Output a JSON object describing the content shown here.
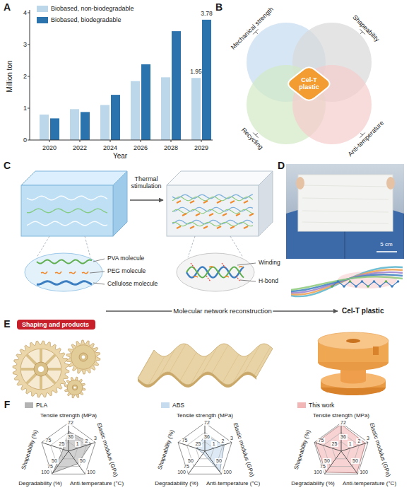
{
  "diagram": {
    "nodes": [
      {
        "text": [
          "Cel-T plastic"
        ]
      },
      {
        "text": [
          "Shaping and products"
        ]
      }
    ],
    "labels": [
      "A",
      "Million ton",
      "0",
      "1",
      "2",
      "3",
      "4",
      "2020",
      "2022",
      "2024",
      "2026",
      "2028",
      "2029",
      "Year",
      "1.95",
      "3.78",
      "B",
      "Mechanical strength",
      "Shapeability",
      "Recycling",
      "Anti-temperature",
      "C",
      "Thermal stimulation",
      "PVA molecule",
      "PEG molecule",
      "Cellulose molecule",
      "Winding",
      "H-bond",
      "Molecular network reconstruction",
      "Cel-T plastic",
      "D",
      "5 cm",
      "E",
      "F",
      "Tensile strength (MPa)",
      "36",
      "72",
      "Elastic modulus (GPa)",
      "1",
      "2",
      "3",
      "Anti-temperature (°C)",
      "50",
      "100",
      "Degradability (%)",
      "50",
      "75",
      "100",
      "Shapeability (%)",
      "25",
      "75",
      "Tensile strength (MPa)",
      "36",
      "72",
      "Elastic modulus (GPa)",
      "1",
      "2",
      "3",
      "Anti-temperature (°C)",
      "50",
      "100",
      "Degradability (%)",
      "50",
      "75",
      "100",
      "Shapeability (%)",
      "25",
      "75",
      "Tensile strength (MPa)",
      "36",
      "72",
      "Elastic modulus (GPa)",
      "1",
      "2",
      "3",
      "Anti-temperature (°C)",
      "50",
      "100",
      "Degradability (%)",
      "50",
      "75",
      "100",
      "Shapeability (%)",
      "25",
      "75"
    ],
    "legend": [
      {
        "text": "Biobased, non-biodegradable",
        "color": "#bcd6ea"
      },
      {
        "text": "Biobased, biodegradable",
        "color": "#2a73ad"
      },
      {
        "text": "PLA",
        "color": "#b3b3b3"
      },
      {
        "text": "ABS",
        "color": "#c6dcee"
      },
      {
        "text": "This work",
        "color": "#f3b6b6"
      }
    ]
  }
}
